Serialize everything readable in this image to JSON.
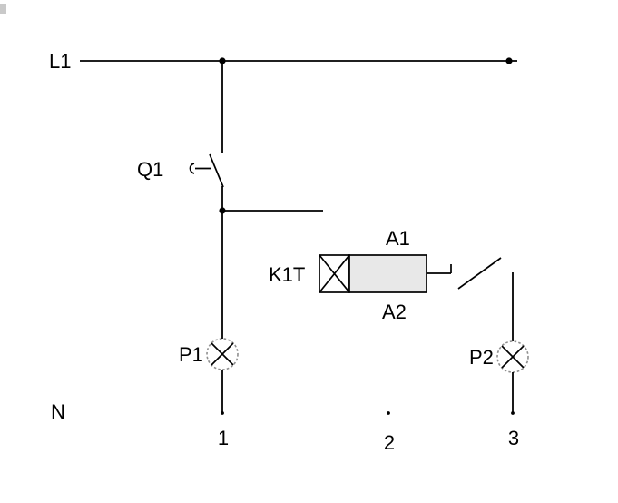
{
  "window": {
    "background": "#ffffff"
  },
  "diagram": {
    "line_color": "#000000",
    "coil_fill": "#e8e8e8",
    "lamp_stroke": "#8f8f8f",
    "labels": {
      "rail_top": "L1",
      "neutral": "N",
      "breaker": "Q1",
      "timer_relay": "K1T",
      "coil_terminal_top": "A1",
      "coil_terminal_bottom": "A2",
      "lamp_left": "P1",
      "lamp_right": "P2",
      "terminal_1": "1",
      "terminal_2": "2",
      "terminal_3": "3"
    }
  }
}
